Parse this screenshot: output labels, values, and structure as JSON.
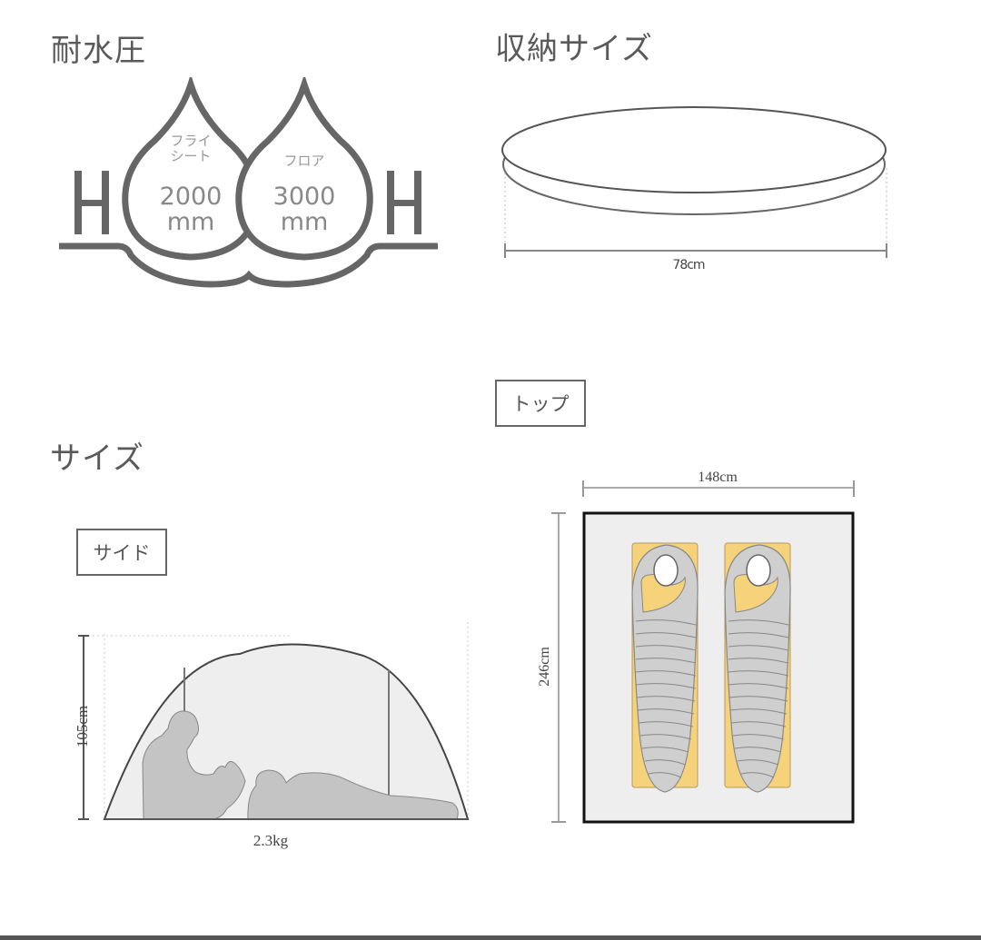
{
  "waterproof": {
    "title": "耐水圧",
    "left_letter": "H",
    "right_letter": "H",
    "drops": [
      {
        "label_line1": "フライ",
        "label_line2": "シート",
        "value": "2000",
        "unit": "mm"
      },
      {
        "label_line1": "フロア",
        "label_line2": "",
        "value": "3000",
        "unit": "mm"
      }
    ]
  },
  "storage": {
    "title": "収納サイズ",
    "length_label": "78cm"
  },
  "size": {
    "title": "サイズ",
    "side_view": {
      "tag": "サイド",
      "height_label": "105cm",
      "weight_label": "2.3kg"
    },
    "top_view": {
      "tag": "トップ",
      "width_label": "148cm",
      "length_label": "246cm"
    }
  },
  "colors": {
    "line": "#666666",
    "fill_light": "#eeeeee",
    "silhouette": "#c4c4c4",
    "mat_yellow": "#f6d27a",
    "bag_gray": "#cfcfcf",
    "frame": "#111111"
  }
}
